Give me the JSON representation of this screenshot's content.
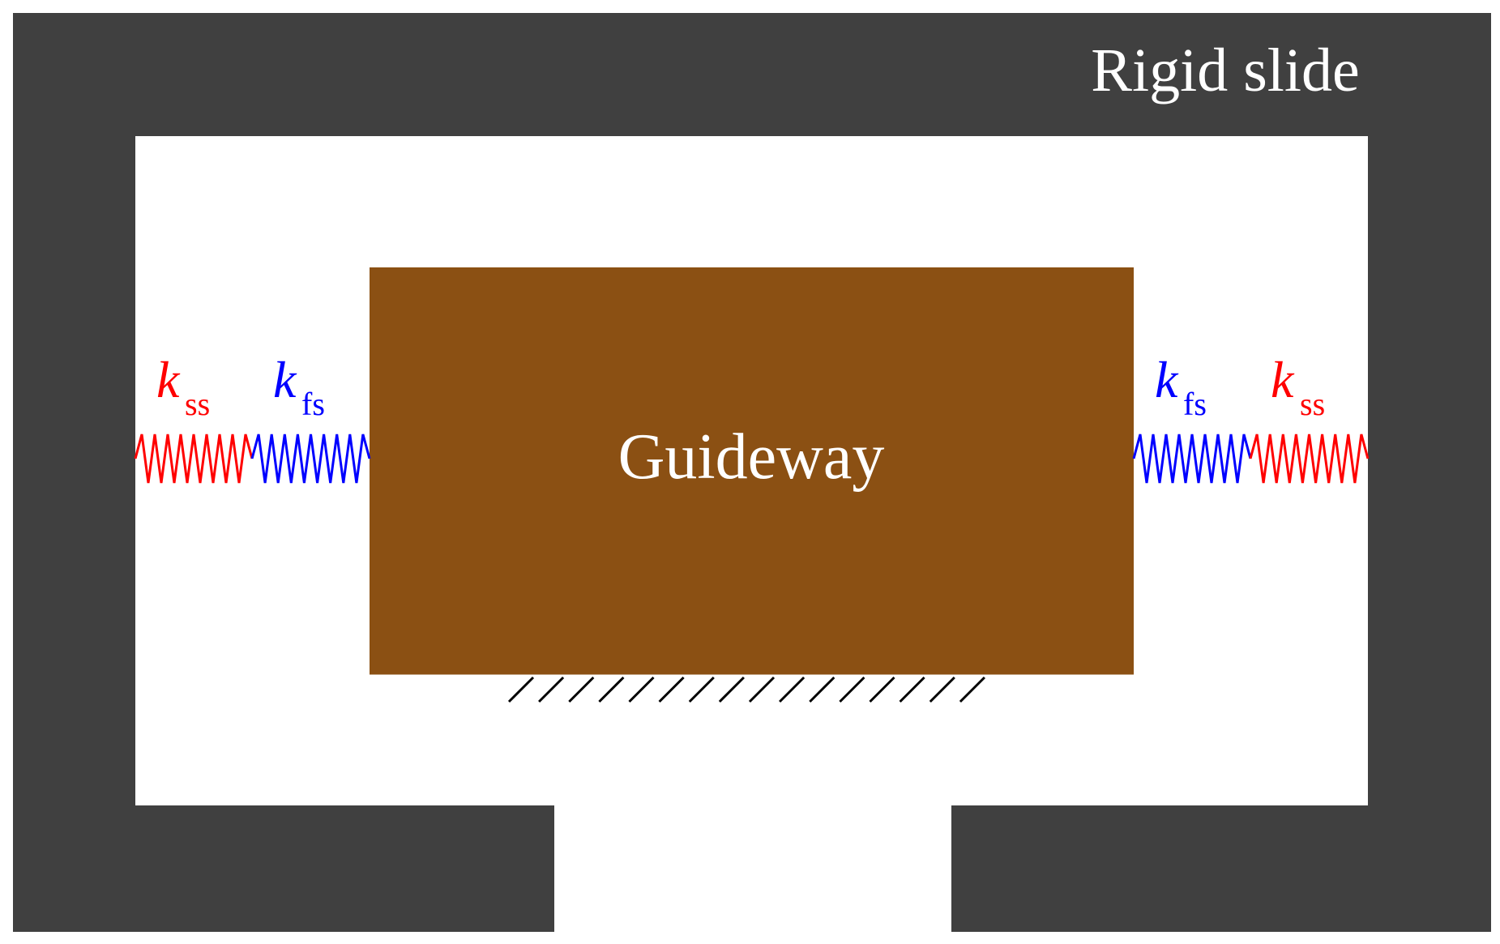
{
  "labels": {
    "slide": "Rigid slide",
    "guideway": "Guideway",
    "k_symbol": "k",
    "fs_subscript": "fs",
    "ss_subscript": "ss"
  },
  "colors": {
    "slide": "#404040",
    "guideway": "#8b5013",
    "background": "#ffffff",
    "spring_ss": "#ff0000",
    "spring_fs": "#0000ff",
    "hatch": "#000000",
    "text_light": "#ffffff"
  }
}
